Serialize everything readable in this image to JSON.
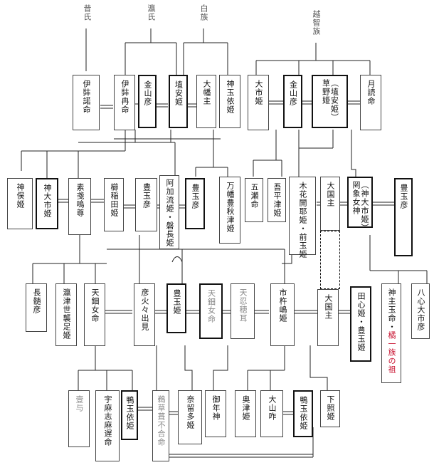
{
  "headers": {
    "sekishi": "昔氏",
    "eishi": "瀛氏",
    "hakuzoku": "白族",
    "ochi": "越智族"
  },
  "people": {
    "izanagi_mikoto": "伊弉諾命",
    "izanami_mikoto": "伊弉冉命",
    "kanayamahiko_1": "金山彦",
    "haniyasu_hime": "埴安姫",
    "ohirume": "大幡主",
    "kamitamayori_hime_1": "神玉依姫",
    "oichi_hime": "大市姫",
    "kanayamahiko_2": "金山彦",
    "kusano_hime": "草野姫",
    "kusano_hime_alias": "（埴安姫）",
    "tsukuyomi_mikoto": "月読命",
    "kamuo_hime": "神俣姫",
    "kamuoichi_hime": "神大市姫",
    "susanoo_mikoto": "素戔嗚尊",
    "kushinada_hime": "櫛稲田姫",
    "toyotamahiko_1": "豊玉彦",
    "akaru_hime": "阿加流姫・磐長姫",
    "toyotamahiko_2": "豊玉彦",
    "yorozuhata_hime": "万幡豊秋津姫",
    "itsuse_mikoto": "五瀬命",
    "ahira_tsu_hime": "吾平津姫",
    "konohana_sakuya_hime": "木花開耶姫・前玉姫",
    "okuninushi_1": "大国主",
    "mizuhame_name": "罔象女神",
    "mizuhame_alias": "（神大市姫）",
    "toyotamahiko_3": "豊玉彦",
    "nagasunehiko": "長髄彦",
    "ninigi_spouse": "瀛津世襲足姫",
    "ame_no_uzume": "天鈿女命",
    "hikohohodemi": "彦火々出見",
    "toyotama_hime": "豊玉姫",
    "ame_no_uzume_2": "天鈿女命",
    "ame_no_oshiho": "天忍穂耳",
    "ichikishima_hime": "市杵嶋姫",
    "okuninushi_2": "大国主",
    "tagori_hime": "田心姫・豊玉姫",
    "kamitamanomikoto_black": "神主玉命・",
    "kamitamanomikoto_red": "橘一族の祖",
    "yakokoroomoikane": "八心大市彦",
    "iyo": "壹与",
    "umashimaji": "宇麻志麻遅命",
    "tamayori_hime_1": "鴨玉依姫",
    "ugayafukiaezu": "鵜草葺不合命",
    "narutaehime": "奈留多姫",
    "mitoshi_kami": "御年神",
    "okitsu_hime": "奥津姫",
    "oyamakui": "大山咋",
    "tamayori_hime_2": "鴨玉依姫",
    "shitateru_hime": "下照姫"
  }
}
